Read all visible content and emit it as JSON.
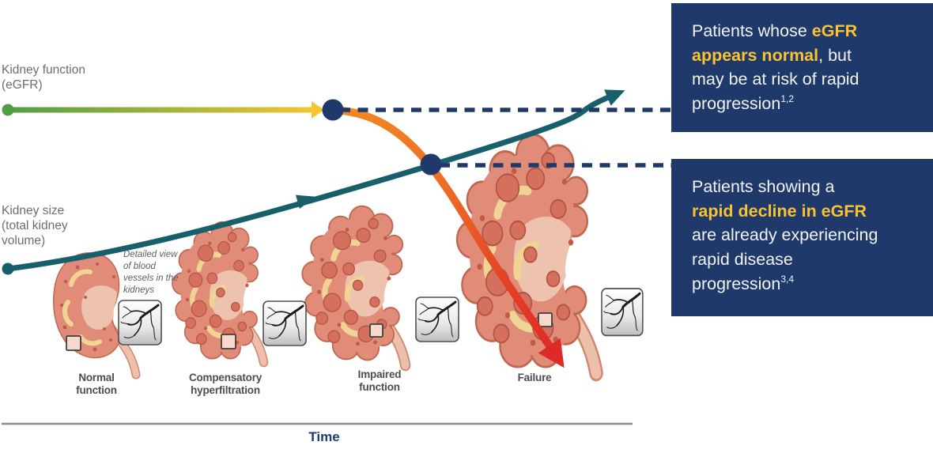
{
  "figure": {
    "type": "conceptual-progression-diagram",
    "x_axis_label": "Time",
    "curves": [
      {
        "name": "Kidney function (eGFR)",
        "trend": "starts normal (flat), then rapid decline to failure",
        "colors": [
          "#4F9E45",
          "#F6C52F",
          "#EE7D22",
          "#DE2A26"
        ]
      },
      {
        "name": "Kidney size (total kidney volume)",
        "trend": "steadily increasing over time",
        "color": "#17606B"
      }
    ],
    "marker_points": [
      {
        "on": "eGFR curve while still flat",
        "links_to": "callout 1"
      },
      {
        "on": "intersection of eGFR decline and kidney size curve",
        "links_to": "callout 2"
      }
    ],
    "stages": [
      "Normal function",
      "Compensatory hyperfiltration",
      "Impaired function",
      "Failure"
    ]
  },
  "labels": {
    "kidney_function": "Kidney function\n(eGFR)",
    "kidney_size": "Kidney size\n(total kidney\nvolume)",
    "detailed_view": "Detailed view\nof blood\nvessels in the\nkidneys",
    "time_axis": "Time"
  },
  "stages": [
    {
      "label": "Normal\nfunction"
    },
    {
      "label": "Compensatory\nhyperfiltration"
    },
    {
      "label": "Impaired\nfunction"
    },
    {
      "label": "Failure"
    }
  ],
  "callouts": [
    {
      "runs": [
        {
          "t": "Patients whose "
        },
        {
          "t": "eGFR\nappears normal"
        },
        {
          "t": ", but\nmay be at risk of rapid\nprogression"
        }
      ],
      "sup": "1,2"
    },
    {
      "runs": [
        {
          "t": "Patients showing a\n"
        },
        {
          "t": "rapid decline in eGFR"
        },
        {
          "t": "\nare already experiencing\nrapid disease\nprogression"
        }
      ],
      "sup": "3,4"
    }
  ],
  "colors": {
    "callout_bg": "#20396B",
    "highlight_yellow": "#F8C331",
    "curve_green": "#4F9E45",
    "curve_yellow": "#F6C52F",
    "curve_orange": "#EE7D22",
    "curve_red": "#DE2A26",
    "curve_teal": "#17606B",
    "marker_navy": "#20396B",
    "axis_gray": "#8A8A8A",
    "label_gray": "#6D6D6D"
  }
}
